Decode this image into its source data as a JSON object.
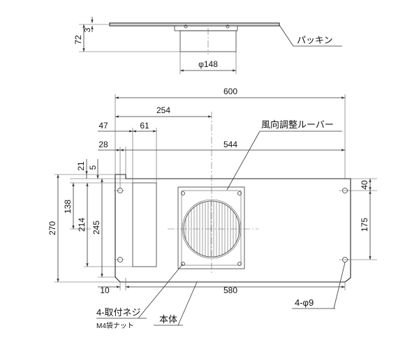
{
  "top_view": {
    "dims": {
      "height": "72",
      "plate": "3",
      "duct_diameter": "φ148"
    },
    "labels": {
      "gasket": "パッキン"
    }
  },
  "front_view": {
    "dims": {
      "overall_width": "600",
      "left_to_center": "254",
      "left_offset": "47",
      "opening_width": "61",
      "edge_offset": "28",
      "hole_pitch_x": "544",
      "top_offset": "21",
      "top_small": "5",
      "height_138": "138",
      "height_214": "214",
      "height_245": "245",
      "overall_height": "270",
      "bottom_left": "10",
      "bottom_width": "580",
      "right_top": "40",
      "right_pitch": "175"
    },
    "labels": {
      "louver": "風向調整ルーバー",
      "mount_screw": "4-取付ネジ",
      "nut": "M4袋ナット",
      "body": "本体",
      "holes": "4-φ9"
    }
  }
}
